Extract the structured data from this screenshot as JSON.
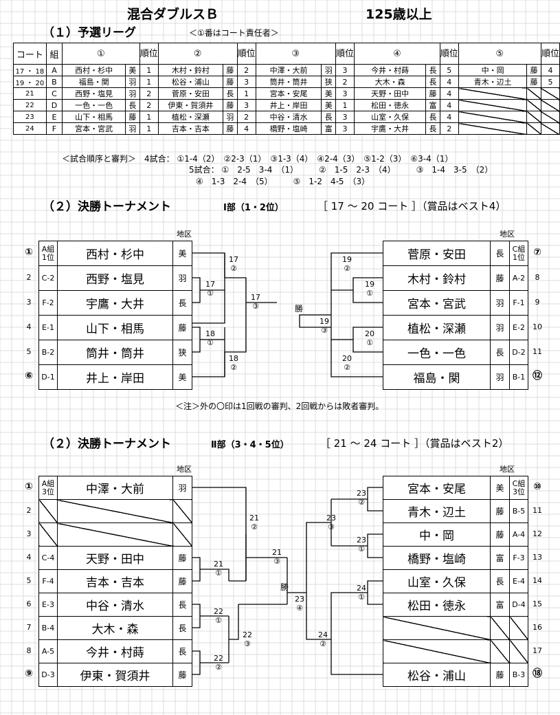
{
  "header": {
    "title": "混合ダブルスＢ",
    "age": "125歳以上"
  },
  "league": {
    "title": "（１）予選リーグ",
    "note": "＜①番はコート責任者＞",
    "headers": {
      "court": "コート",
      "group": "組",
      "cols": [
        "①",
        "②",
        "③",
        "④",
        "⑤"
      ],
      "rank": "順位"
    },
    "rows": [
      {
        "court": "17 ・ 18",
        "group": "A",
        "p": [
          [
            "西村・杉中",
            "美",
            "1"
          ],
          [
            "木村・鈴村",
            "藤",
            "2"
          ],
          [
            "中澤・大前",
            "羽",
            "3"
          ],
          [
            "今井・村蒔",
            "長",
            "5"
          ],
          [
            "中・岡",
            "藤",
            "4"
          ]
        ]
      },
      {
        "court": "19 ・ 20",
        "group": "B",
        "p": [
          [
            "福島・関",
            "羽",
            "1"
          ],
          [
            "松谷・浦山",
            "藤",
            "3"
          ],
          [
            "筒井・筒井",
            "狭",
            "2"
          ],
          [
            "大木・森",
            "長",
            "4"
          ],
          [
            "青木・辺土",
            "藤",
            "5"
          ]
        ]
      },
      {
        "court": "21",
        "group": "C",
        "p": [
          [
            "西野・塩見",
            "羽",
            "2"
          ],
          [
            "菅原・安田",
            "長",
            "1"
          ],
          [
            "宮本・安尾",
            "美",
            "3"
          ],
          [
            "天野・田中",
            "藤",
            "4"
          ]
        ]
      },
      {
        "court": "22",
        "group": "D",
        "p": [
          [
            "一色・一色",
            "長",
            "2"
          ],
          [
            "伊東・賀須井",
            "藤",
            "3"
          ],
          [
            "井上・岸田",
            "美",
            "1"
          ],
          [
            "松田・徳永",
            "富",
            "4"
          ]
        ]
      },
      {
        "court": "23",
        "group": "E",
        "p": [
          [
            "山下・相馬",
            "藤",
            "1"
          ],
          [
            "植松・深瀬",
            "羽",
            "2"
          ],
          [
            "中谷・清水",
            "長",
            "3"
          ],
          [
            "山室・久保",
            "長",
            "4"
          ]
        ]
      },
      {
        "court": "24",
        "group": "F",
        "p": [
          [
            "宮本・宮武",
            "羽",
            "1"
          ],
          [
            "吉本・吉本",
            "藤",
            "4"
          ],
          [
            "橋野・塩崎",
            "富",
            "3"
          ],
          [
            "宇鷹・大井",
            "長",
            "2"
          ]
        ]
      }
    ]
  },
  "order": {
    "line1": "＜試合順序と審判＞　4試合： ①1-4（2）　②2-3（1）　③1-3（4）　④2-4（3）　⑤1-2（3）　⑥3-4（1）",
    "line2": "5試合： ①　2-5　3-4　（1）　　　②　1-5　2-3　（4）　　　③　1-4　3-5　（2）",
    "line3": "④　1-3　2-4　（5）　　　⑤　1-2　4-5　（3）"
  },
  "t1": {
    "title": "（２）決勝トーナメント",
    "division": "Ⅰ部（1・2位）",
    "courts": "［ 17 ～ 20 コート ］（賞品はベスト4）",
    "region_header": "地区",
    "left": [
      {
        "seed": "①",
        "grp": "A組 1位",
        "name": "西村・杉中",
        "region": "美"
      },
      {
        "seed": "2",
        "grp": "C-2",
        "name": "西野・塩見",
        "region": "羽"
      },
      {
        "seed": "3",
        "grp": "F-2",
        "name": "宇鷹・大井",
        "region": "長"
      },
      {
        "seed": "4",
        "grp": "E-1",
        "name": "山下・相馬",
        "region": "藤"
      },
      {
        "seed": "5",
        "grp": "B-2",
        "name": "筒井・筒井",
        "region": "狭"
      },
      {
        "seed": "⑥",
        "grp": "D-1",
        "name": "井上・岸田",
        "region": "美"
      }
    ],
    "right": [
      {
        "seed": "⑦",
        "grp": "C組 1位",
        "name": "菅原・安田",
        "region": "長"
      },
      {
        "seed": "8",
        "grp": "A-2",
        "name": "木村・鈴村",
        "region": "藤"
      },
      {
        "seed": "9",
        "grp": "F-1",
        "name": "宮本・宮武",
        "region": "羽"
      },
      {
        "seed": "10",
        "grp": "E-2",
        "name": "植松・深瀬",
        "region": "羽"
      },
      {
        "seed": "11",
        "grp": "D-2",
        "name": "一色・一色",
        "region": "長"
      },
      {
        "seed": "⑫",
        "grp": "B-1",
        "name": "福島・関",
        "region": "羽"
      }
    ],
    "win": "勝",
    "note": "＜注＞外の〇印は1回戦の審判、2回戦からは敗者審判。"
  },
  "t2": {
    "title": "（２）決勝トーナメント",
    "division": "Ⅱ部（3・4・5位）",
    "courts": "［ 21 ～ 24 コート ］（賞品はベスト2）",
    "region_header": "地区",
    "left": [
      {
        "seed": "①",
        "grp": "A組 3位",
        "name": "中澤・大前",
        "region": "羽"
      },
      {
        "seed": "2",
        "grp": "",
        "name": "",
        "region": ""
      },
      {
        "seed": "3",
        "grp": "",
        "name": "",
        "region": ""
      },
      {
        "seed": "4",
        "grp": "C-4",
        "name": "天野・田中",
        "region": "藤"
      },
      {
        "seed": "5",
        "grp": "F-4",
        "name": "吉本・吉本",
        "region": "藤"
      },
      {
        "seed": "6",
        "grp": "E-3",
        "name": "中谷・清水",
        "region": "長"
      },
      {
        "seed": "7",
        "grp": "B-4",
        "name": "大木・森",
        "region": "長"
      },
      {
        "seed": "8",
        "grp": "A-5",
        "name": "今井・村蒔",
        "region": "長"
      },
      {
        "seed": "⑨",
        "grp": "D-3",
        "name": "伊東・賀須井",
        "region": "藤"
      }
    ],
    "right": [
      {
        "seed": "⑩",
        "grp": "C組 3位",
        "name": "宮本・安尾",
        "region": "美"
      },
      {
        "seed": "11",
        "grp": "B-5",
        "name": "青木・辺土",
        "region": "藤"
      },
      {
        "seed": "12",
        "grp": "A-4",
        "name": "中・岡",
        "region": "藤"
      },
      {
        "seed": "13",
        "grp": "F-3",
        "name": "橋野・塩崎",
        "region": "富"
      },
      {
        "seed": "14",
        "grp": "E-4",
        "name": "山室・久保",
        "region": "長"
      },
      {
        "seed": "15",
        "grp": "D-4",
        "name": "松田・徳永",
        "region": "富"
      },
      {
        "seed": "16",
        "grp": "",
        "name": "",
        "region": ""
      },
      {
        "seed": "17",
        "grp": "",
        "name": "",
        "region": ""
      },
      {
        "seed": "⑱",
        "grp": "B-3",
        "name": "松谷・浦山",
        "region": "藤"
      }
    ],
    "win": "勝"
  },
  "bracket_labels": {
    "t1": [
      {
        "n": "17",
        "r": "②"
      },
      {
        "n": "17",
        "r": "①"
      },
      {
        "n": "17",
        "r": "③"
      },
      {
        "n": "18",
        "r": "①"
      },
      {
        "n": "18",
        "r": "②"
      },
      {
        "n": "19",
        "r": "②"
      },
      {
        "n": "19",
        "r": "①"
      },
      {
        "n": "19",
        "r": "③"
      },
      {
        "n": "20",
        "r": "①"
      },
      {
        "n": "20",
        "r": "②"
      }
    ],
    "t2": [
      {
        "n": "21",
        "r": "②"
      },
      {
        "n": "21",
        "r": "①"
      },
      {
        "n": "21",
        "r": "③"
      },
      {
        "n": "22",
        "r": "①"
      },
      {
        "n": "22",
        "r": "②"
      },
      {
        "n": "22",
        "r": "③"
      },
      {
        "n": "23",
        "r": "②"
      },
      {
        "n": "23",
        "r": "③"
      },
      {
        "n": "23",
        "r": "①"
      },
      {
        "n": "23",
        "r": "④"
      },
      {
        "n": "24",
        "r": "①"
      },
      {
        "n": "24",
        "r": "②"
      }
    ]
  }
}
